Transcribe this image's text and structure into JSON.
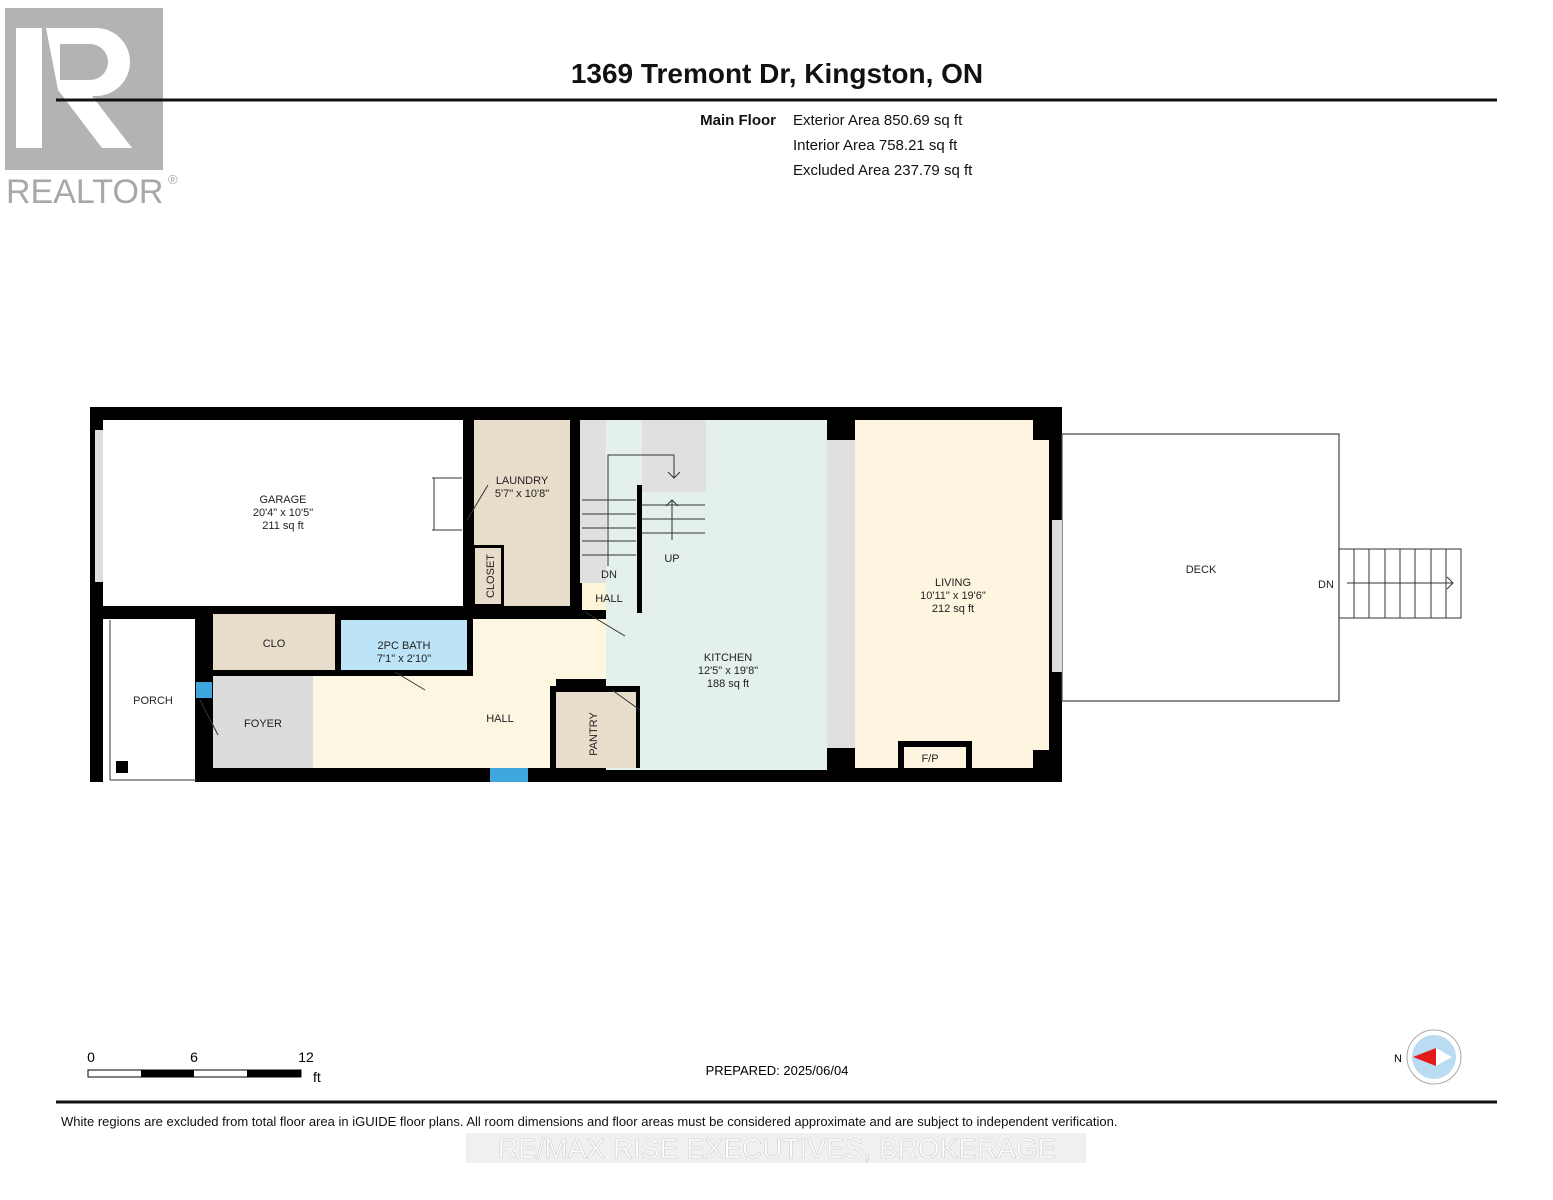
{
  "logo": {
    "text": "REALTOR",
    "mark": "®"
  },
  "header": {
    "address": "1369 Tremont Dr, Kingston, ON",
    "floor_label": "Main Floor",
    "exterior_area": "Exterior Area 850.69 sq ft",
    "interior_area": "Interior Area 758.21 sq ft",
    "excluded_area": "Excluded Area 237.79 sq ft"
  },
  "rooms": {
    "garage": {
      "name": "GARAGE",
      "dims": "20'4\" x 10'5\"",
      "area": "211 sq ft"
    },
    "laundry": {
      "name": "LAUNDRY",
      "dims": "5'7\" x 10'8\""
    },
    "closet": {
      "name": "CLOSET"
    },
    "stair_dn": "DN",
    "hall_small": "HALL",
    "stair_up": "UP",
    "kitchen": {
      "name": "KITCHEN",
      "dims": "12'5\" x 19'8\"",
      "area": "188 sq ft"
    },
    "living": {
      "name": "LIVING",
      "dims": "10'11\" x 19'6\"",
      "area": "212 sq ft"
    },
    "fireplace": "F/P",
    "deck": "DECK",
    "deck_dn": "DN",
    "clo": "CLO",
    "bath": {
      "name": "2PC BATH",
      "dims": "7'1\" x 2'10\""
    },
    "porch": "PORCH",
    "foyer": "FOYER",
    "hall": "HALL",
    "pantry": "PANTRY"
  },
  "colors": {
    "wall": "#000000",
    "laundry": "#e8dccb",
    "kitchen": "#e3f1ea",
    "living": "#fdf5e0",
    "bath": "#bde3f7",
    "hall": "#fdf6e0",
    "foyer": "#dcdcdc",
    "stairs": "#e0e0e0"
  },
  "scale": {
    "ticks": [
      "0",
      "6",
      "12"
    ],
    "unit": "ft"
  },
  "prepared": "PREPARED: 2025/06/04",
  "compass": {
    "label": "N"
  },
  "footer": {
    "disclaimer": "White regions are excluded from total floor area in iGUIDE floor plans. All room dimensions and floor areas must be considered approximate and are subject to independent verification.",
    "watermark": "RE/MAX RISE EXECUTIVES, BROKERAGE"
  }
}
